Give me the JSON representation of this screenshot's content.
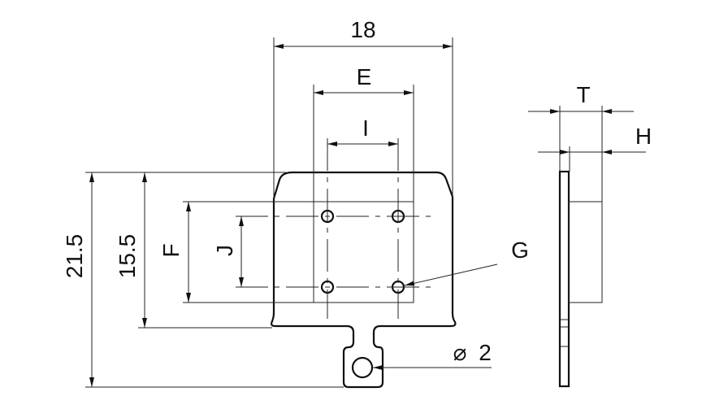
{
  "labels": {
    "width_total": "18",
    "E": "E",
    "I": "I",
    "height_total": "21.5",
    "height_body": "15.5",
    "F": "F",
    "J": "J",
    "G": "G",
    "hole_diameter": "2",
    "diameter_symbol": "⌀",
    "T": "T",
    "H": "H"
  }
}
